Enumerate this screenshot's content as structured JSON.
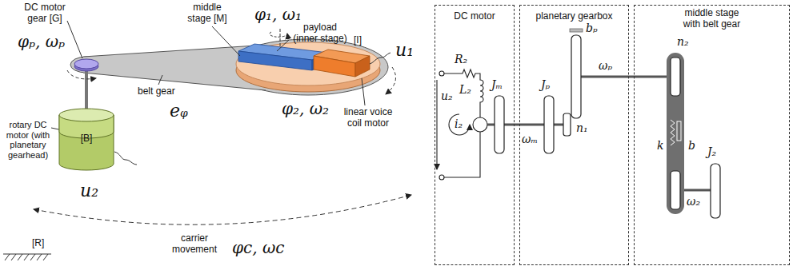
{
  "diagram": {
    "nodes": [
      {
        "text": [
          "[B]"
        ]
      },
      {
        "text": [
          "DC motor"
        ]
      },
      {
        "text": [
          "planetary gearbox"
        ]
      },
      {
        "text": [
          "middle stage with belt gear"
        ]
      }
    ],
    "edges": [
      {
        "from": 1,
        "to": 2,
        "arrow": "none"
      },
      {
        "from": 2,
        "to": 3,
        "arrow": "none"
      }
    ],
    "labels": [
      "DC motor gear [G]",
      "φₚ, ωₚ",
      "rotary DC motor (with planetary gearhead)",
      "u₂",
      "middle stage [M]",
      "φ₁, ω₁",
      "payload (inner stage)",
      "[I]",
      "u₁",
      "φ₂, ω₂",
      "belt gear",
      "eᵩ",
      "linear voice coil motor",
      "carrier movement",
      "φc, ωc",
      "[R]",
      "R₂",
      "L₂",
      "u₂",
      "i₂",
      "Jₘ",
      "ωₘ",
      "Jₚ",
      "bₚ",
      "n₁",
      "ωₚ",
      "n₂",
      "k",
      "b",
      "J₂",
      "ω₂"
    ]
  }
}
